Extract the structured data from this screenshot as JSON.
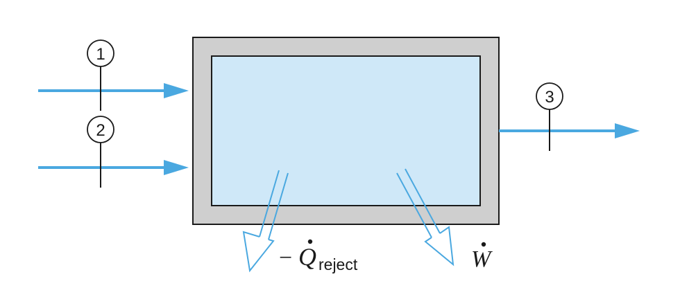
{
  "colors": {
    "stream": "#4aa8e0",
    "outer_wall": "#cfcfcf",
    "inner_fill": "#cfe8f8",
    "outline": "#1a1a1a",
    "background": "#ffffff"
  },
  "states": [
    {
      "label": "1"
    },
    {
      "label": "2"
    },
    {
      "label": "3"
    }
  ],
  "heat": {
    "minus": "−",
    "symbol": "Q",
    "subscript": "reject"
  },
  "work": {
    "symbol": "W"
  }
}
